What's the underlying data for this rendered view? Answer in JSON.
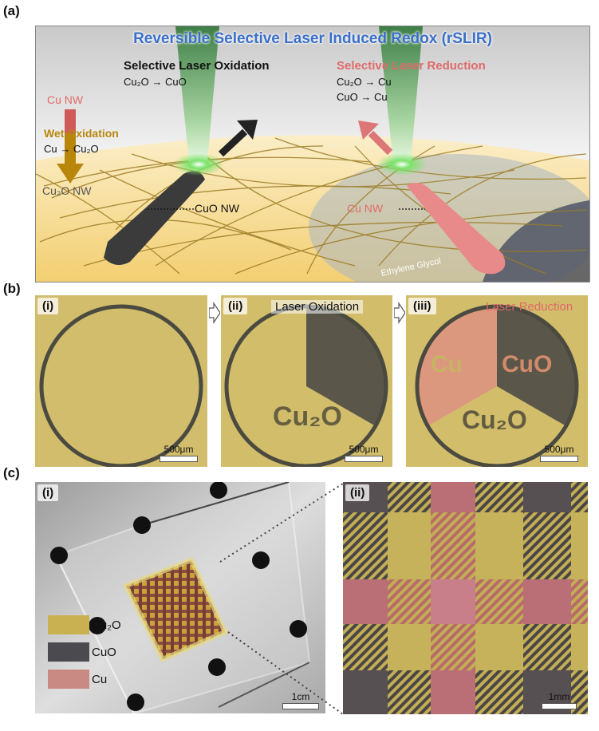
{
  "panel_a": {
    "label": "(a)",
    "title": "Reversible Selective Laser Induced Redox (rSLIR)",
    "oxidation_title": "Selective Laser Oxidation",
    "oxidation_eq": "Cu₂O → CuO",
    "reduction_title": "Selective Laser Reduction",
    "reduction_eq1": "Cu₂O → Cu",
    "reduction_eq2": "CuO → Cu",
    "cu_nw": "Cu NW",
    "wet_oxidation": "Wet Oxidation",
    "wet_eq": "Cu → Cu₂O",
    "cu2o_nw": "Cu₂O NW",
    "cuo_nw": "CuO NW",
    "cu_nw2": "Cu NW",
    "ethylene_glycol": "Ethylene Glycol"
  },
  "panel_b": {
    "label": "(b)",
    "i": "(i)",
    "ii": "(ii)",
    "iii": "(iii)",
    "laser_oxidation": "Laser Oxidation",
    "laser_reduction": "Laser Reduction",
    "cu2o": "Cu₂O",
    "cuo": "CuO",
    "cu": "Cu",
    "scale": "500μm"
  },
  "panel_c": {
    "label": "(c)",
    "i": "(i)",
    "ii": "(ii)",
    "legend": [
      {
        "label": "Cu₂O",
        "color": "#c9b152"
      },
      {
        "label": "CuO",
        "color": "#4b4a4f"
      },
      {
        "label": "Cu",
        "color": "#c98a84"
      }
    ],
    "scale_i": "1cm",
    "scale_ii": "1mm"
  },
  "colors": {
    "blue_title": "#3a6fc9",
    "red_text": "#e06a6a",
    "gold_text": "#b8860b",
    "cu2o": "#d2bd63",
    "cuo": "#55534f",
    "cu": "#d69082"
  }
}
